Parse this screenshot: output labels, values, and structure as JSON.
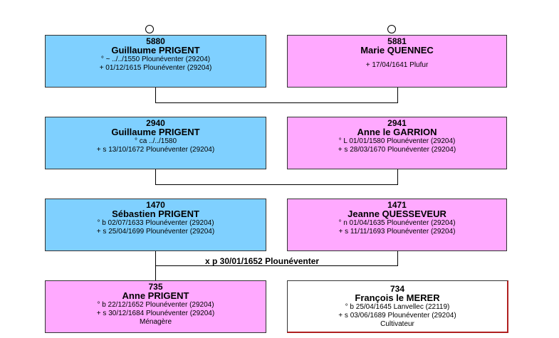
{
  "gen1": {
    "left": {
      "num": "5880",
      "name": "Guillaume PRIGENT",
      "line1": "° ~ ../../1550 Plounéventer (29204)",
      "line2": "+ 01/12/1615 Plounéventer (29204)"
    },
    "right": {
      "num": "5881",
      "name": "Marie QUENNEC",
      "line1": "+ 17/04/1641 Plufur"
    }
  },
  "gen2": {
    "left": {
      "num": "2940",
      "name": "Guillaume PRIGENT",
      "line1": "° ca ../../1580",
      "line2": "+ s 13/10/1672 Plounéventer (29204)"
    },
    "right": {
      "num": "2941",
      "name": "Anne le GARRION",
      "line1": "° L 01/01/1580 Plounéventer (29204)",
      "line2": "+ s 28/03/1670 Plounéventer (29204)"
    }
  },
  "gen3": {
    "left": {
      "num": "1470",
      "name": "Sébastien PRIGENT",
      "line1": "° b 02/07/1633 Plounéventer (29204)",
      "line2": "+ s 25/04/1699 Plounéventer (29204)"
    },
    "right": {
      "num": "1471",
      "name": "Jeanne QUESSEVEUR",
      "line1": "° n 01/04/1635 Plounéventer (29204)",
      "line2": "+ s 11/11/1693 Plounéventer (29204)"
    }
  },
  "marriage": "x p 30/01/1652 Plounéventer",
  "gen4": {
    "left": {
      "num": "735",
      "name": "Anne PRIGENT",
      "line1": "° b 22/12/1652 Plounéventer (29204)",
      "line2": "+ s 30/12/1684 Plounéventer (29204)",
      "occupation": "Ménagère"
    },
    "right": {
      "num": "734",
      "name": "François le MERER",
      "line1": "° b 25/04/1645 Lanvellec (22119)",
      "line2": "+ s 03/06/1689 Plounéventer (29204)",
      "occupation": "Cultivateur"
    }
  },
  "colors": {
    "male": "#7fd0ff",
    "female": "#ffa9ff"
  }
}
